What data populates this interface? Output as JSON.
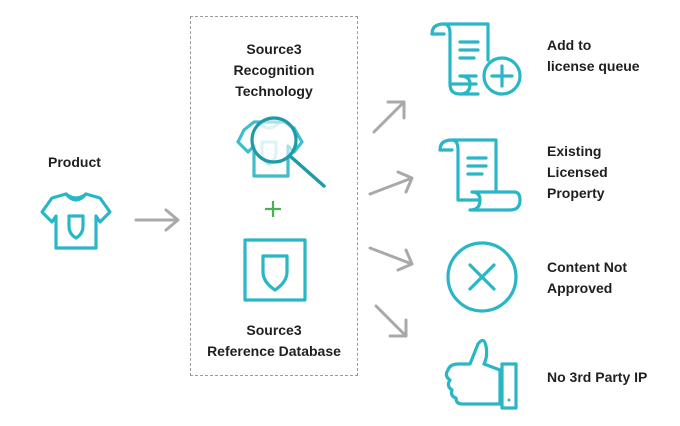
{
  "colors": {
    "accent": "#29b6c6",
    "arrow": "#a9a9a9",
    "plus": "#4caf50"
  },
  "product": {
    "label": "Product",
    "icon": "tshirt-icon"
  },
  "source_box": {
    "recognition": {
      "label_lines": [
        "Source3",
        "Recognition",
        "Technology"
      ],
      "icon": "tshirt-magnifier-icon"
    },
    "plus_icon": "plus-icon",
    "database": {
      "label_lines": [
        "Source3",
        "Reference Database"
      ],
      "icon": "shield-box-icon"
    }
  },
  "outcomes": [
    {
      "label_lines": [
        "Add to",
        "license queue"
      ],
      "icon": "scroll-plus-icon"
    },
    {
      "label_lines": [
        "Existing",
        "Licensed",
        "Property"
      ],
      "icon": "scroll-icon"
    },
    {
      "label_lines": [
        "Content Not",
        "Approved"
      ],
      "icon": "circle-x-icon"
    },
    {
      "label_lines": [
        "No 3rd Party IP"
      ],
      "icon": "thumbs-up-icon"
    }
  ]
}
